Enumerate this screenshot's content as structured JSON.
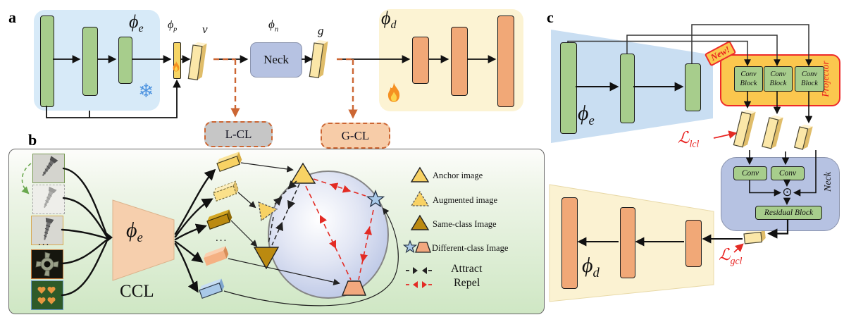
{
  "figure": {
    "panel_a_label": "a",
    "panel_b_label": "b",
    "panel_c_label": "c"
  },
  "panel_a": {
    "encoder_sym": "ϕ",
    "encoder_sub": "e",
    "projector_sym": "ϕ",
    "projector_sub": "p",
    "feature_v": "v",
    "neck_sym": "ϕ",
    "neck_sub": "n",
    "neck_box": "Neck",
    "feature_g": "g",
    "decoder_sym": "ϕ",
    "decoder_sub": "d",
    "local_cl": "L-CL",
    "global_cl": "G-CL",
    "snowflake_glyph": "❄"
  },
  "panel_b": {
    "encoder_sym": "ϕ",
    "encoder_sub": "e",
    "ccl": "CCL",
    "ellipsis_images": "...",
    "ellipsis_features": "...",
    "legend": {
      "anchor": "Anchor image",
      "augmented": "Augmented image",
      "same_class": "Same-class Image",
      "different_class": "Different-class Image",
      "attract": "Attract",
      "repel": "Repel"
    }
  },
  "panel_c": {
    "encoder_sym": "ϕ",
    "encoder_sub": "e",
    "decoder_sym": "ϕ",
    "decoder_sub": "d",
    "new_badge": "New!",
    "projector": "Projector",
    "conv_word": "Conv",
    "block_word": "Block",
    "neck": "Neck",
    "residual_block": "Residual Block",
    "merge_glyph": "⊙",
    "loss_local_sym": "ℒ",
    "loss_local_sub": "lcl",
    "loss_global_sym": "ℒ",
    "loss_global_sub": "gcl"
  },
  "colors": {
    "accent_orange": "#cc6633",
    "loss_red": "#e8201e",
    "projector_border": "#ee2b2a",
    "frozen_blue": "#4f94e0"
  }
}
